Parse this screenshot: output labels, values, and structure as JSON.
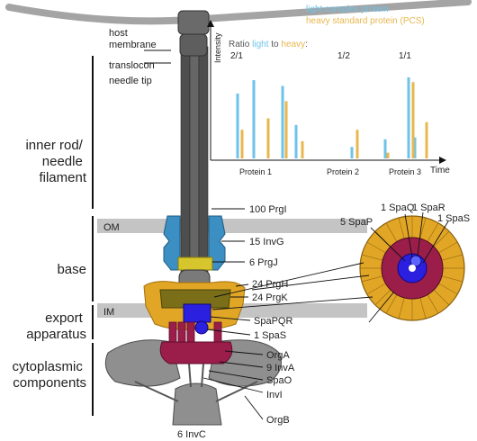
{
  "membrane_labels": {
    "host_membrane": [
      "host",
      "membrane"
    ],
    "translocon": "translocon",
    "needle_tip": "needle tip"
  },
  "section_labels": {
    "inner_rod": [
      "inner rod/",
      "needle",
      "filament"
    ],
    "base": "base",
    "export": [
      "export",
      "apparatus"
    ],
    "cytoplasmic": [
      "cytoplasmic",
      "components"
    ]
  },
  "membranes": {
    "om": "OM",
    "im": "IM"
  },
  "components": [
    "100 PrgI",
    "15 InvG",
    "6 PrgJ",
    "24 PrgH",
    "24 PrgK",
    "SpaPQR",
    "1 SpaS",
    "OrgA",
    "9 InvA",
    "SpaO",
    "InvI",
    "OrgB",
    "6 InvC"
  ],
  "cross_section_labels": [
    "5 SpaP",
    "1 SpaQ",
    "1 SpaR",
    "1 SpaS"
  ],
  "ms_chart": {
    "legend": [
      "light complex protein",
      "heavy standard protein (PCS)"
    ],
    "ratio_text": {
      "prefix": "Ratio ",
      "light": "light",
      "to": " to ",
      "heavy": "heavy",
      "suffix": ":"
    },
    "ratios": [
      "2/1",
      "1/2",
      "1/1"
    ],
    "ylabel": "Intensity",
    "xlabel": "Time",
    "protein_labels": [
      "Protein 1",
      "Protein 2",
      "Protein 3"
    ]
  },
  "chart_data": {
    "type": "bar",
    "series": [
      {
        "name": "light complex protein",
        "x": [
          28,
          46,
          78,
          93,
          155,
          192,
          218,
          225
        ],
        "values": [
          68,
          82,
          76,
          35,
          12,
          20,
          85,
          22
        ]
      },
      {
        "name": "heavy standard protein (PCS)",
        "x": [
          33,
          62,
          82,
          100,
          161,
          195,
          223,
          238
        ],
        "values": [
          30,
          42,
          60,
          18,
          30,
          6,
          80,
          38
        ]
      }
    ],
    "ylim": [
      0,
      100
    ],
    "xlim": [
      0,
      250
    ]
  },
  "colors": {
    "light": "#6ec3ea",
    "heavy": "#e8b74d",
    "needle": "#5c5c5c",
    "membrane_band": "#c4c4c4",
    "invg": "#3b8fc3",
    "prgj": "#d6c52c",
    "prgh_k": "#e1a625",
    "export_dark": "#5f5d12",
    "spapqr": "#2b1fe0",
    "cyto_red": "#9b1d4a",
    "cyto_gray": "#8f8f8f"
  }
}
